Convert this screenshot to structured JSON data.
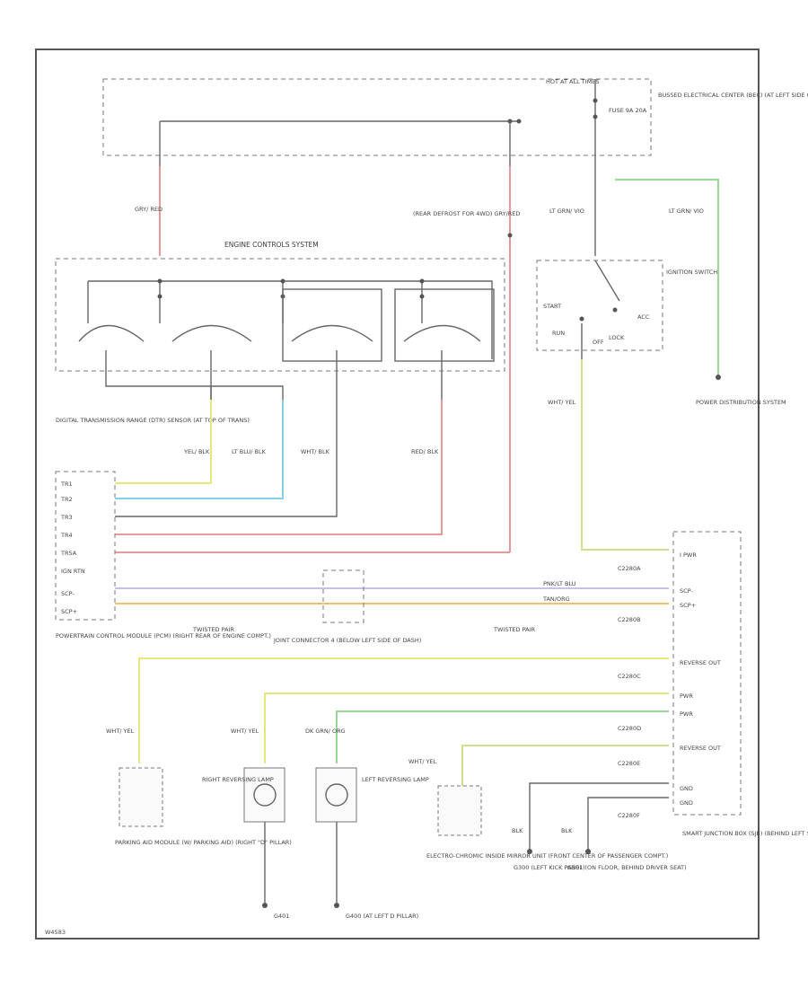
{
  "labels": {
    "hot": "HOT AT ALL TIMES",
    "bec": "BUSSED ELECTRICAL CENTER (BEC) (AT LEFT SIDE OF ENGINE COMPT.)",
    "fuse": "FUSE 9A 20A",
    "ecs": "ENGINE CONTROLS SYSTEM",
    "rear_defrost": "(REAR DEFROST FOR 4WD) GRY/RED",
    "ignition_switch": "IGNITION SWITCH",
    "start": "START",
    "run": "RUN",
    "off": "OFF",
    "acc": "ACC",
    "lock": "LOCK",
    "power_dist": "POWER DISTRIBUTION SYSTEM",
    "dtr_sensor": "DIGITAL TRANSMISSION RANGE (DTR) SENSOR (AT TOP OF TRANS)",
    "pcm": "POWERTRAIN CONTROL MODULE (PCM) (RIGHT REAR OF ENGINE COMPT.)",
    "joint_connector": "JOINT CONNECTOR 4 (BELOW LEFT SIDE OF DASH)",
    "twisted_pair": "TWISTED PAIR",
    "sjb": "SMART JUNCTION BOX (SJB) (BEHIND LEFT SIDE OF DASH)",
    "parking_aid": "PARKING AID MODULE (W/ PARKING AID) (RIGHT \"D\" PILLAR)",
    "right_lamp": "RIGHT REVERSING LAMP",
    "left_lamp": "LEFT REVERSING LAMP",
    "mirror": "ELECTRO-CHROMIC INSIDE MIRROR UNIT (FRONT CENTER OF PASSENGER COMPT.)",
    "g_left_kick": "G300 (LEFT KICK PANEL)",
    "g_floor": "G301 (ON FLOOR, BEHIND DRIVER SEAT)",
    "g_left_pillar": "G400 (AT LEFT D PILLAR)",
    "g_right": "G401",
    "footer": "W4583"
  },
  "wires": {
    "gry_red": "GRY/ RED",
    "lt_grn_vio": "LT GRN/ VIO",
    "wht_yel": "WHT/ YEL",
    "yel_blk": "YEL/ BLK",
    "lt_blu_blk": "LT BLU/ BLK",
    "wht_blk": "WHT/ BLK",
    "red_blk": "RED/ BLK",
    "dk_grn_org": "DK GRN/ ORG",
    "blk": "BLK",
    "pnk_lt_blu": "PNK/LT BLU",
    "tan_org": "TAN/ORG"
  },
  "pins": {
    "tr1": "TR1",
    "tr2": "TR2",
    "tr3": "TR3",
    "tr4": "TR4",
    "tr5": "TR5A",
    "ign": "IGN RTN",
    "scp_m": "SCP-",
    "scp_p": "SCP+",
    "ipwr": "I PWR",
    "rev1": "REVERSE OUT",
    "pwr": "PWR",
    "rev2": "REVERSE OUT",
    "gnd": "GND",
    "c_a": "C2280A",
    "c_b": "C2280B",
    "c_c": "C2280C",
    "c_d": "C2280D",
    "c_e": "C2280E",
    "c_f": "C2280F"
  }
}
